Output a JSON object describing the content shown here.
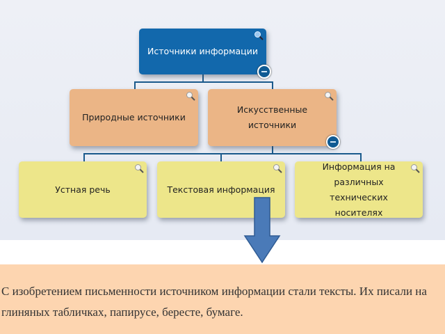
{
  "root": {
    "label": "Источники информации"
  },
  "level2": [
    {
      "label": "Природные источники"
    },
    {
      "label": "Искусственные источники"
    }
  ],
  "level3": [
    {
      "label": "Устная речь"
    },
    {
      "label": "Текстовая информация"
    },
    {
      "label": "Информация на различных технических носителях"
    }
  ],
  "caption": "С изобретением письменности источником информации стали тексты. Их писали на глиняных табличках, папирусе, бересте, бумаге.",
  "colors": {
    "root": "#1268ac",
    "level2": "#ebb586",
    "level3": "#ede68a",
    "panel": "#fdd5b0",
    "arrow": "#4a7ab8"
  }
}
